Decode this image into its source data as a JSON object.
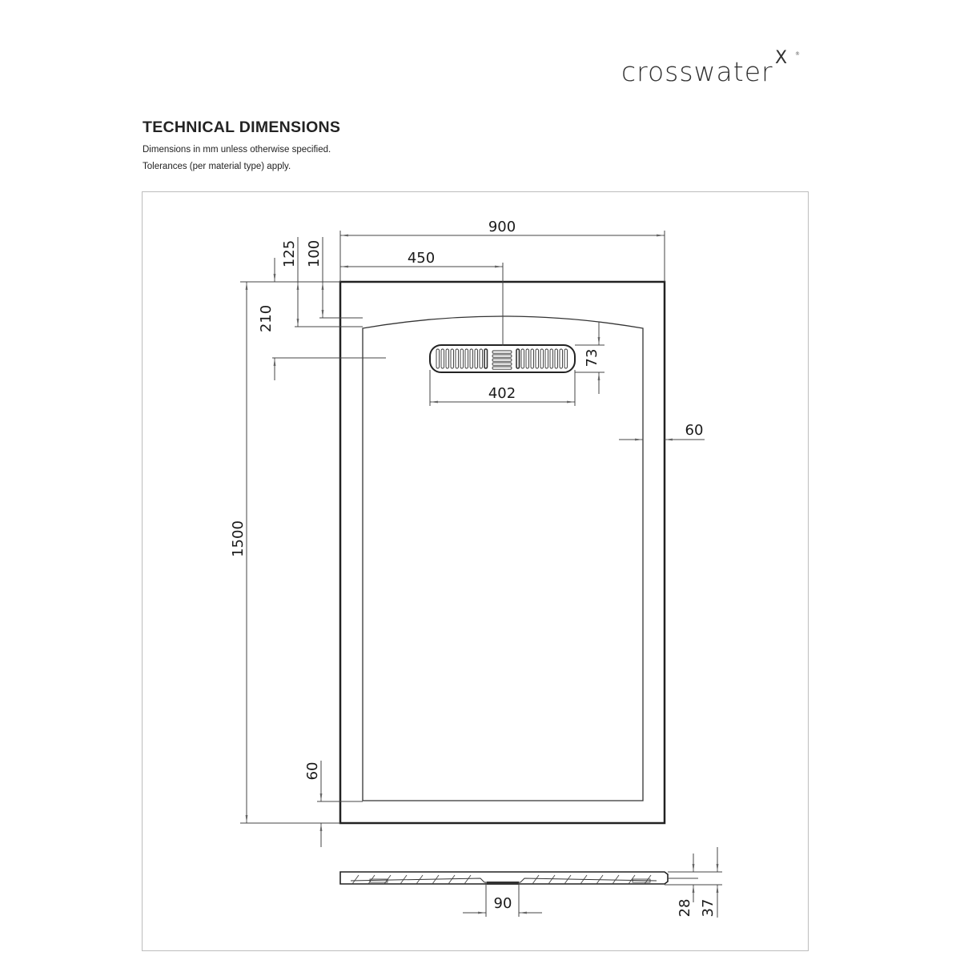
{
  "brand": {
    "name": "crosswater",
    "mark": "X",
    "registered": "®"
  },
  "header": {
    "title": "TECHNICAL DIMENSIONS",
    "notes": [
      "Dimensions in mm unless otherwise specified.",
      "Tolerances (per material type) apply."
    ]
  },
  "drawing": {
    "plan_view": {
      "overall_width": "900",
      "drain_center_offset": "450",
      "overall_length": "1500",
      "drain_length": "402",
      "drain_width": "73",
      "rim_side": "60",
      "rim_bottom": "60",
      "top_offset_125": "125",
      "top_offset_100": "100",
      "top_offset_210": "210"
    },
    "section_view": {
      "waste_diameter": "90",
      "height_edge": "28",
      "height_total": "37"
    }
  }
}
